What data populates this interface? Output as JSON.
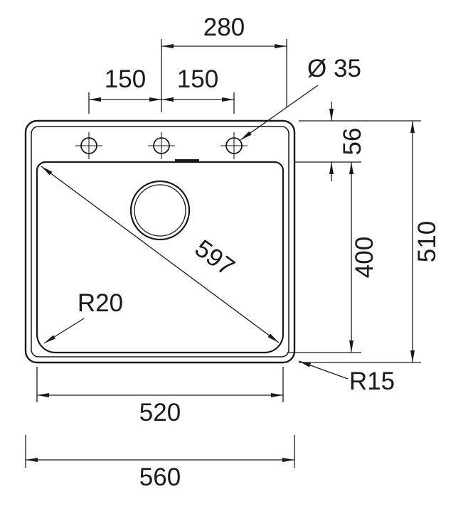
{
  "drawing": {
    "type": "sink-technical-dimension-drawing",
    "line_color": "#1a1a1a",
    "background_color": "#ffffff"
  },
  "dimensions": {
    "top_span": "280",
    "hole_spacing_left": "150",
    "hole_spacing_right": "150",
    "hole_diameter": "Ø 35",
    "deck_height": "56",
    "bowl_depth": "400",
    "overall_depth": "510",
    "diagonal": "597",
    "bowl_corner_radius": "R20",
    "outer_corner_radius": "R15",
    "bowl_width": "520",
    "overall_width": "560"
  }
}
